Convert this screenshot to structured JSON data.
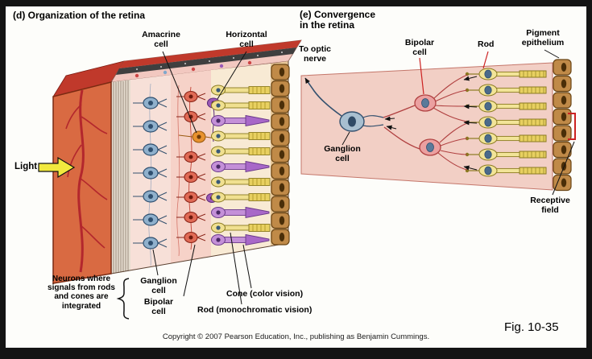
{
  "panel_d": {
    "title": "(d) Organization of the retina",
    "labels": {
      "amacrine_cell": "Amacrine\ncell",
      "horizontal_cell": "Horizontal\ncell",
      "light": "Light",
      "neurons_note": "Neurons where\nsignals from rods\nand cones are\nintegrated",
      "ganglion_cell": "Ganglion\ncell",
      "bipolar_cell": "Bipolar\ncell",
      "cone": "Cone (color vision)",
      "rod": "Rod (monochromatic vision)"
    }
  },
  "panel_e": {
    "title": "(e) Convergence\nin the retina",
    "labels": {
      "to_optic_nerve": "To optic\nnerve",
      "bipolar_cell": "Bipolar\ncell",
      "rod": "Rod",
      "pigment_epithelium": "Pigment\nepithelium",
      "ganglion_cell": "Ganglion\ncell",
      "receptive_field": "Receptive\nfield"
    }
  },
  "footer": {
    "copyright": "Copyright © 2007 Pearson Education, Inc., publishing as Benjamin Cummings.",
    "figure_number": "Fig. 10-35"
  },
  "icons": {
    "light_arrow": "light-arrow-icon"
  },
  "colors": {
    "sclera_orange": "#d96a42",
    "vessel_red": "#b3272d",
    "ganglion_blue": "#8fb0cc",
    "bipolar_red": "#e06a55",
    "amacrine_orange": "#e8922e",
    "horizontal_purple": "#9b59b6",
    "rod_yellow": "#ecd878",
    "cone_purple": "#a868c8",
    "pigment_brown": "#c08a48",
    "tissue_pink": "#f2cfc5",
    "accent_red": "#cc2222"
  }
}
